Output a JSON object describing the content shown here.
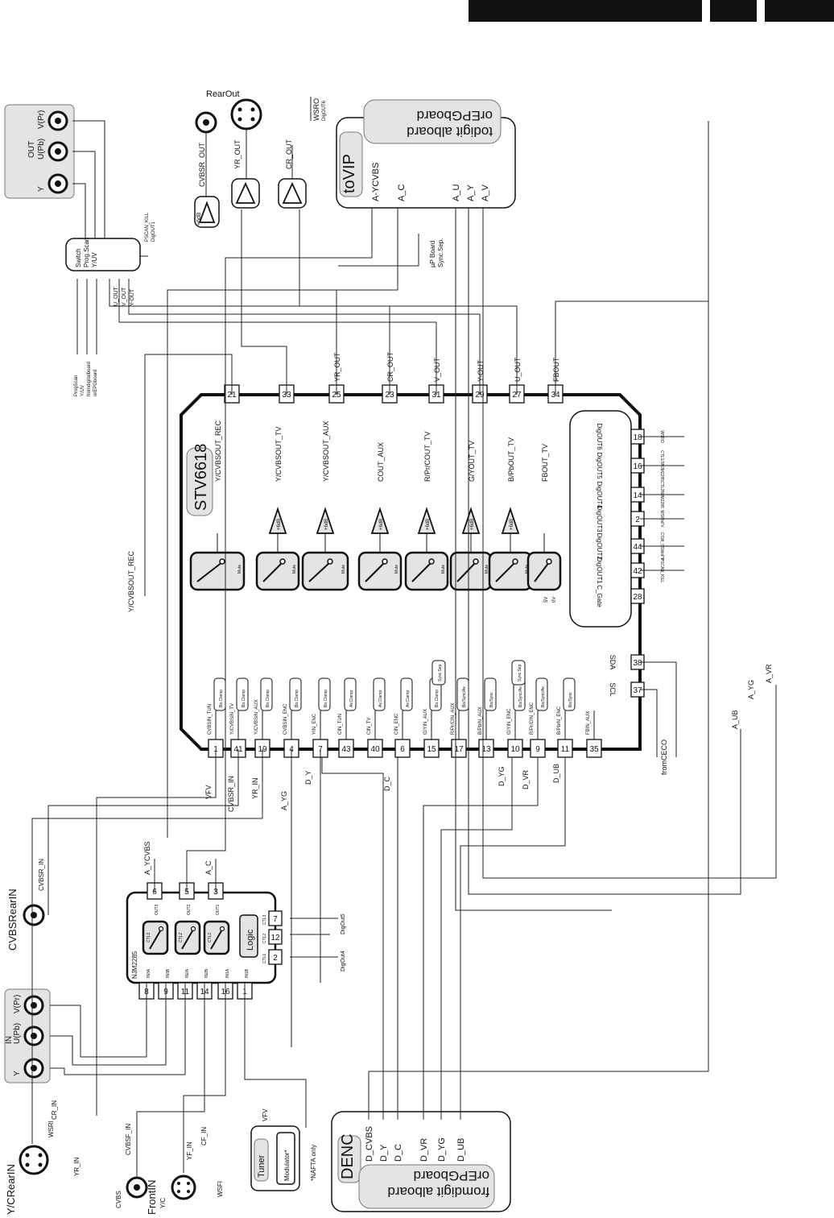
{
  "header": {
    "bars": [
      "",
      "",
      ""
    ]
  },
  "chip": {
    "name": "STV6618",
    "left_pins": [
      "1",
      "41",
      "19",
      "4",
      "7",
      "43",
      "40",
      "6",
      "15",
      "17",
      "13",
      "10",
      "9",
      "11",
      "35"
    ],
    "left_inputs": [
      "CVBSIN_TUN",
      "Y/CVBSIN_TV",
      "Y/CVBSIN_AUX",
      "CVBSIN_ENC",
      "YIN_ENC",
      "CIN_TUN",
      "CIN_TV",
      "CIN_ENC",
      "G/YIN_AUX",
      "R/Pr/CIN_AUX",
      "B/PbIN_AUX",
      "G/YIN_ENC",
      "R/Pr/CIN_ENC",
      "B/PbIN_ENC",
      "FBIN_AUX"
    ],
    "clamps": [
      "Bo.Clamp",
      "Bo.Clamp",
      "Bo.Clamp",
      "Bo.Clamp",
      "Bo.Clamp",
      "Av.Clamp",
      "Av.Clamp",
      "Av.Clamp",
      "Bo.Clamp",
      "Bo/Sync/Av",
      "Bo/Sync",
      "Bo/Sync/Av",
      "Bo/Sync/Av",
      "Bo/Sync",
      ""
    ],
    "sync_sep": "Sync.Sep",
    "top_pins": [
      "21",
      "33",
      "25",
      "23",
      "31",
      "29",
      "27",
      "34"
    ],
    "top_signals": [
      "",
      "",
      "YR_OUT",
      "CR_OUT",
      "V_OUT",
      "Y-OUT",
      "U_OUT",
      "FBOUT"
    ],
    "outputs": [
      "Y/CVBSOUT_REC",
      "Y/CVBSOUT_TV",
      "Y/CVBSOUT_AUX",
      "COUT_AUX",
      "R/Pr/COUT_TV",
      "G/YOUT_TV",
      "B/PbOUT_TV",
      "FBOUT_TV"
    ],
    "amp_label": "+6dB",
    "mute_label": "Mute",
    "fb_levels": [
      "5V",
      "0V"
    ],
    "dig_outs": [
      "DigOUT6",
      "DigOUT5",
      "DigOUT4",
      "DigOUT3",
      "DigOUT2",
      "DigOUT1",
      "C_Gate"
    ],
    "dig_pins": [
      "18",
      "16",
      "14",
      "2",
      "44",
      "42",
      "28"
    ],
    "dig_signals": [
      "WSRO",
      "CTL1/3NJM2285",
      "CTL2NJM2285",
      "MSWoFV",
      "CSW_SSWoFV",
      "PSCAN_KILL",
      ""
    ],
    "bus_pins": [
      "38",
      "37"
    ],
    "bus_labels": [
      "SDA",
      "SCL"
    ],
    "from_ceco": "fromCECO"
  },
  "njm": {
    "name": "NJM2285",
    "in_pins": [
      "8",
      "9",
      "11",
      "14",
      "16",
      "1"
    ],
    "in_labels": [
      "IN3A",
      "IN3B",
      "IN2A",
      "IN2B",
      "IN1A",
      "IN1B"
    ],
    "out_pins": [
      "6",
      "5",
      "3"
    ],
    "out_labels": [
      "OUT3",
      "OUT2",
      "OUT1"
    ],
    "ctl_labels": [
      "CTL3",
      "CTL2",
      "CTL1"
    ],
    "ctl_pins": [
      "2",
      "12",
      "7"
    ],
    "ctl_pin_labels": [
      "CTL1",
      "CTL2",
      "CTL3"
    ],
    "logic": "Logic",
    "dig_outs": [
      "DigOut4",
      "DigOut5"
    ],
    "out_signals": [
      "A_YCVBS",
      "A_C"
    ]
  },
  "rear_in": {
    "label": "CVBSRearIN",
    "signal": "CVBSR_IN"
  },
  "in_conn": {
    "title": "IN",
    "jacks": [
      "V(Pr)",
      "U(Pb)",
      "Y"
    ]
  },
  "out_conn": {
    "title": "OUT",
    "jacks": [
      "V(Pr)",
      "U(Pb)",
      "Y"
    ]
  },
  "yc_rear": {
    "label": "Y/CRearIN",
    "signals": [
      "CR_IN",
      "YR_IN",
      "WSRI"
    ]
  },
  "front": {
    "label": "FrontIN",
    "jacks": [
      "CVBS",
      "Y/C"
    ],
    "signals": [
      "CVBSF_IN",
      "YF_IN",
      "CF_IN",
      "WSFI"
    ]
  },
  "tuner": {
    "tuner": "Tuner",
    "modulator": "Modulator*",
    "note": "*NAFTA only",
    "signal": "VFV"
  },
  "denc": {
    "name": "DENC",
    "board": [
      "fromdigit alboard",
      "orEPGboard"
    ],
    "signals": [
      "D_CVBS",
      "D_Y",
      "D_C",
      "D_VR",
      "D_YG",
      "D_UB"
    ]
  },
  "tovip": {
    "name": "toVIP",
    "board": [
      "todigit alboard",
      "orEPGboard"
    ],
    "signals": [
      "A-YCVBS",
      "A_C",
      "A_U",
      "A_Y",
      "A_V"
    ]
  },
  "rear_out": {
    "label": "RearOut",
    "signals": [
      "CVBSR_OUT",
      "YR_OUT",
      "CR_OUT"
    ],
    "gain": "+6dB",
    "wsro": "WSRO",
    "wsro_sub": "DigOUT6"
  },
  "switch": {
    "lines": [
      "Switch",
      "Prog.Scan",
      "Y/UV"
    ],
    "signals": [
      "U_OUT",
      "V_OUT",
      "Y-OUT"
    ],
    "kill": "PSCAN_KILL",
    "kill_sub": "DigOUT1",
    "src": [
      "ProgScan",
      "Y/UV",
      "fromdigitalboard",
      "orEPGboard"
    ]
  },
  "up_board": [
    "µP Board",
    "Sync.Sep."
  ],
  "misc": {
    "vcvbs_rec": "Y/CVBSOUT_REC",
    "a_ub": "A_UB",
    "a_yg": "A_YG",
    "a_vr": "A_VR",
    "left_labels": [
      "VFV",
      "CVBSR_IN",
      "YR_IN",
      "A_YG",
      "D_Y",
      "D_C",
      "D_YG",
      "D_VR",
      "D_UB"
    ]
  }
}
